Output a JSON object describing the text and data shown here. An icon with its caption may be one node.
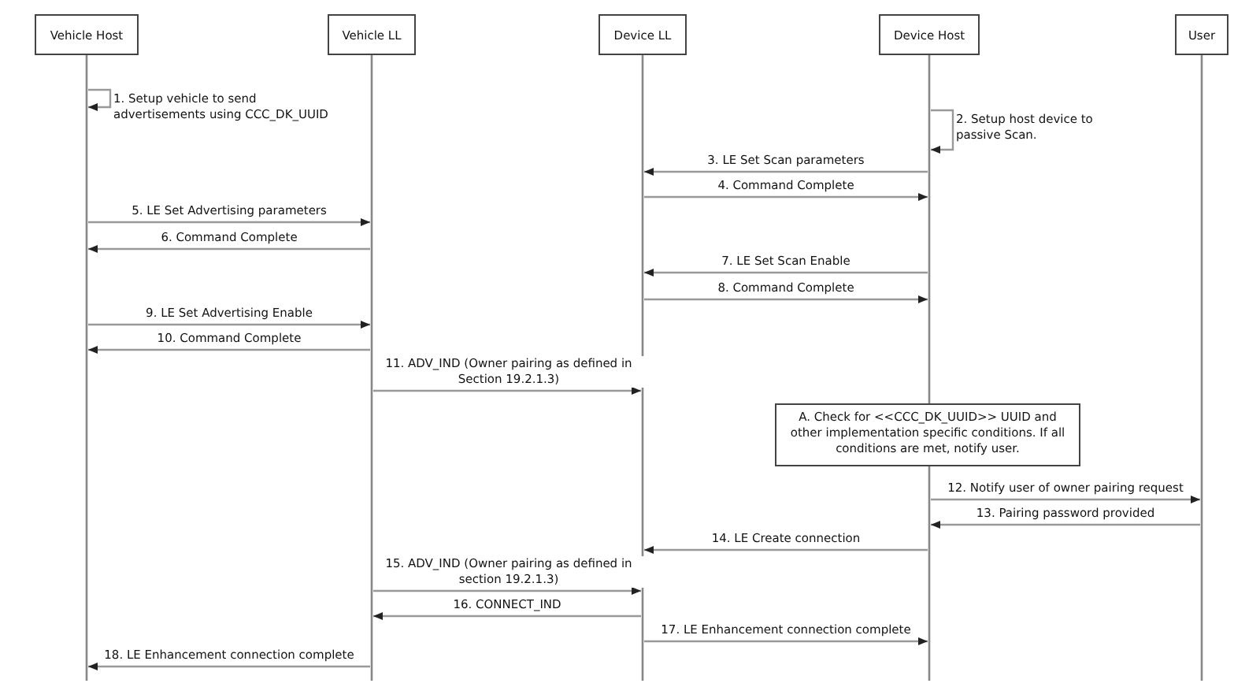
{
  "diagram": {
    "nodes": [
      {
        "text": [
          "Vehicle Host"
        ]
      },
      {
        "text": [
          "Vehicle LL"
        ]
      },
      {
        "text": [
          "Device LL"
        ]
      },
      {
        "text": [
          "Device Host"
        ]
      },
      {
        "text": [
          "User"
        ]
      },
      {
        "text": [
          "A. Check for <<CCC_DK_UUID>> UUID and other implementation specific conditions. If all conditions are met, notify user."
        ]
      }
    ],
    "edges": [
      {
        "from": 0,
        "to": 0,
        "arrow": "to",
        "label": "1. Setup vehicle to send advertisements using CCC_DK_UUID"
      },
      {
        "from": 3,
        "to": 3,
        "arrow": "to",
        "label": "2. Setup host device to passive Scan."
      },
      {
        "from": 3,
        "to": 2,
        "arrow": "to",
        "label": "3. LE Set Scan parameters"
      },
      {
        "from": 2,
        "to": 3,
        "arrow": "to",
        "label": "4. Command Complete"
      },
      {
        "from": 0,
        "to": 1,
        "arrow": "to",
        "label": "5. LE Set Advertising parameters"
      },
      {
        "from": 1,
        "to": 0,
        "arrow": "to",
        "label": "6. Command Complete"
      },
      {
        "from": 3,
        "to": 2,
        "arrow": "to",
        "label": "7. LE Set Scan Enable"
      },
      {
        "from": 2,
        "to": 3,
        "arrow": "to",
        "label": "8. Command Complete"
      },
      {
        "from": 0,
        "to": 1,
        "arrow": "to",
        "label": "9. LE Set Advertising Enable"
      },
      {
        "from": 1,
        "to": 0,
        "arrow": "to",
        "label": "10. Command Complete"
      },
      {
        "from": 1,
        "to": 2,
        "arrow": "to",
        "label": "11. ADV_IND (Owner pairing as defined in Section 19.2.1.3)"
      },
      {
        "from": 3,
        "to": 4,
        "arrow": "to",
        "label": "12. Notify user of owner pairing request"
      },
      {
        "from": 4,
        "to": 3,
        "arrow": "to",
        "label": "13. Pairing password provided"
      },
      {
        "from": 3,
        "to": 2,
        "arrow": "to",
        "label": "14. LE Create connection"
      },
      {
        "from": 1,
        "to": 2,
        "arrow": "to",
        "label": "15. ADV_IND (Owner pairing as defined in section 19.2.1.3)"
      },
      {
        "from": 2,
        "to": 1,
        "arrow": "to",
        "label": "16. CONNECT_IND"
      },
      {
        "from": 2,
        "to": 3,
        "arrow": "to",
        "label": "17. LE Enhancement connection complete"
      },
      {
        "from": 1,
        "to": 0,
        "arrow": "to",
        "label": "18. LE Enhancement connection complete"
      }
    ]
  }
}
